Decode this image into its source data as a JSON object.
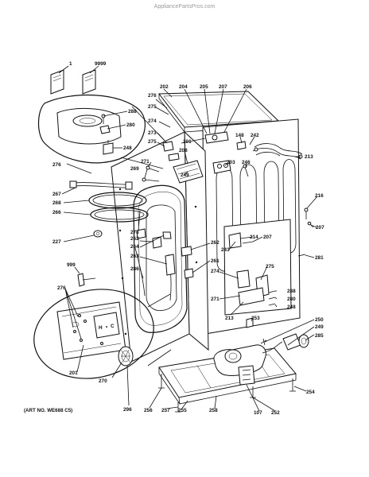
{
  "watermark": "AppliancePartsPros.com",
  "art_number": "(ART NO. WE688 C5)",
  "part_labels": [
    "1",
    "9999",
    "288",
    "280",
    "248",
    "276",
    "267",
    "268",
    "266",
    "227",
    "999",
    "276",
    "201",
    "270",
    "296",
    "276",
    "275",
    "274",
    "273",
    "275",
    "271",
    "269",
    "202",
    "204",
    "205",
    "207",
    "206",
    "201",
    "208",
    "249",
    "148",
    "242",
    "203",
    "246",
    "213",
    "216",
    "207",
    "281",
    "262",
    "264",
    "263",
    "286",
    "278",
    "262",
    "261",
    "214",
    "207",
    "243",
    "274",
    "275",
    "288",
    "280",
    "248",
    "271",
    "213",
    "253",
    "250",
    "249",
    "285",
    "254",
    "256",
    "257",
    "255",
    "258",
    "107",
    "252"
  ]
}
